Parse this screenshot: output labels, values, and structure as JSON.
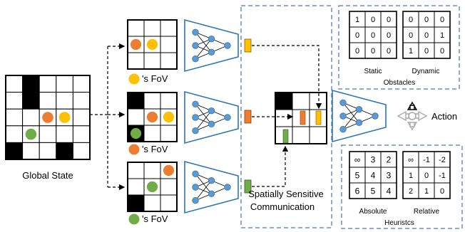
{
  "labels": {
    "global_state": "Global State",
    "fov_suffix": "'s FoV",
    "communication": [
      "Spatially Sensitive",
      "Communication"
    ],
    "action": "Action",
    "obstacles": "Obstacles",
    "static": "Static",
    "dynamic": "Dynamic",
    "heuristics": "Heuristcs",
    "absolute": "Absolute",
    "relative": "Relative"
  },
  "obstacles": {
    "static": [
      [
        "1",
        "0",
        "0"
      ],
      [
        "0",
        "0",
        "0"
      ],
      [
        "0",
        "0",
        "0"
      ]
    ],
    "dynamic": [
      [
        "0",
        "0",
        "0"
      ],
      [
        "0",
        "0",
        "1"
      ],
      [
        "1",
        "0",
        "0"
      ]
    ]
  },
  "heuristics": {
    "absolute": [
      [
        "∞",
        "3",
        "2"
      ],
      [
        "5",
        "4",
        "3"
      ],
      [
        "6",
        "5",
        "4"
      ]
    ],
    "relative": [
      [
        "∞",
        "-1",
        "-2"
      ],
      [
        "1",
        "0",
        "-1"
      ],
      [
        "2",
        "1",
        "0"
      ]
    ]
  },
  "colors": {
    "agent_yellow": "#ffc000",
    "agent_orange": "#ed7d31",
    "agent_green": "#70ad47",
    "node_blue": "#5b9bd5",
    "node_stroke": "#41719c",
    "net_border": "#2e75b6",
    "dashed_box": "#6d8fb5",
    "wall": "#000000"
  }
}
